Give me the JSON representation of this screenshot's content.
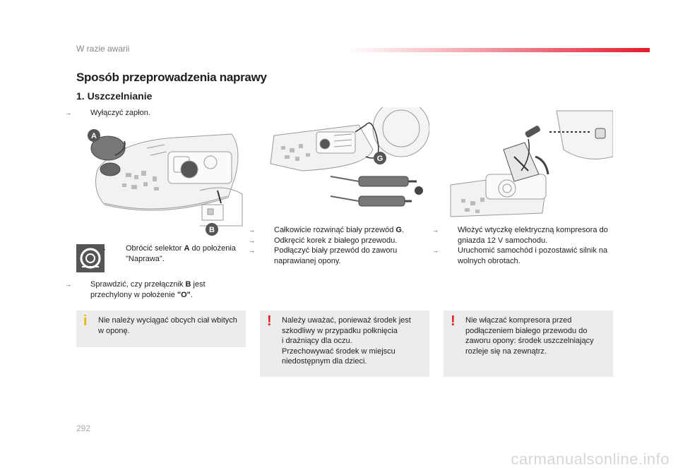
{
  "header": {
    "section": "W razie awarii"
  },
  "title": "Sposób przeprowadzenia naprawy",
  "subtitle": "1. Uszczelnianie",
  "col1": {
    "step1": "Wyłączyć zapłon.",
    "step2_pre": "Obrócić selektor ",
    "step2_key": "A",
    "step2_post": " do położenia \"Naprawa\".",
    "step3_pre": "Sprawdzić, czy przełącznik ",
    "step3_key": "B",
    "step3_mid": " jest przechylony w położenie ",
    "step3_key2": "\"O\"",
    "step3_post": ".",
    "label_a": "A",
    "label_b": "B",
    "note": "Nie należy wyciągać obcych ciał wbitych w oponę."
  },
  "col2": {
    "step1_pre": "Całkowicie rozwinąć biały przewód ",
    "step1_key": "G",
    "step1_post": ".",
    "step2": "Odkręcić korek z białego przewodu.",
    "step3": "Podłączyć biały przewód do zaworu naprawianej opony.",
    "label_g": "G",
    "note_l1": "Należy uważać, ponieważ środek jest szkodliwy w przypadku połknięcia",
    "note_l2": "i drażniący dla oczu.",
    "note_l3": "Przechowywać środek w miejscu niedostępnym dla dzieci."
  },
  "col3": {
    "step1": "Włożyć wtyczkę elektryczną kompresora do gniazda 12 V samochodu.",
    "step2": "Uruchomić samochód i pozostawić silnik na wolnych obrotach.",
    "note": "Nie włączać kompresora przed podłączeniem białego przewodu do zaworu opony: środek uszczelniający rozleje się na zewnątrz."
  },
  "icons": {
    "bullet_arrow": "→",
    "info": "i",
    "warning": "!"
  },
  "footer": {
    "page_number": "292",
    "watermark": "carmanualsonline.info"
  },
  "colors": {
    "accent_red": "#e31b2c",
    "info_yellow": "#f0b400",
    "note_bg": "#ececec"
  }
}
